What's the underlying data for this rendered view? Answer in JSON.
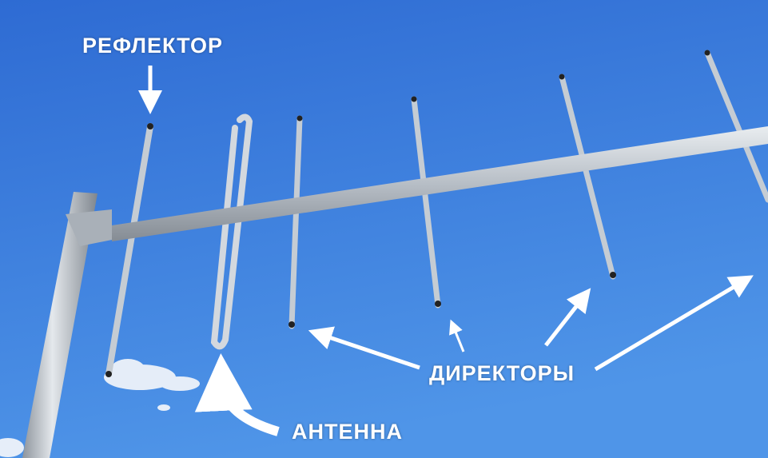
{
  "labels": {
    "reflector": "РЕФЛЕКТОР",
    "antenna": "АНТЕННА",
    "directors": "ДИРЕКТОРЫ"
  },
  "colors": {
    "sky_top": "#2f6fd6",
    "sky_bottom": "#4b90e6",
    "metal": "#c9cfd6",
    "label": "#ffffff"
  }
}
